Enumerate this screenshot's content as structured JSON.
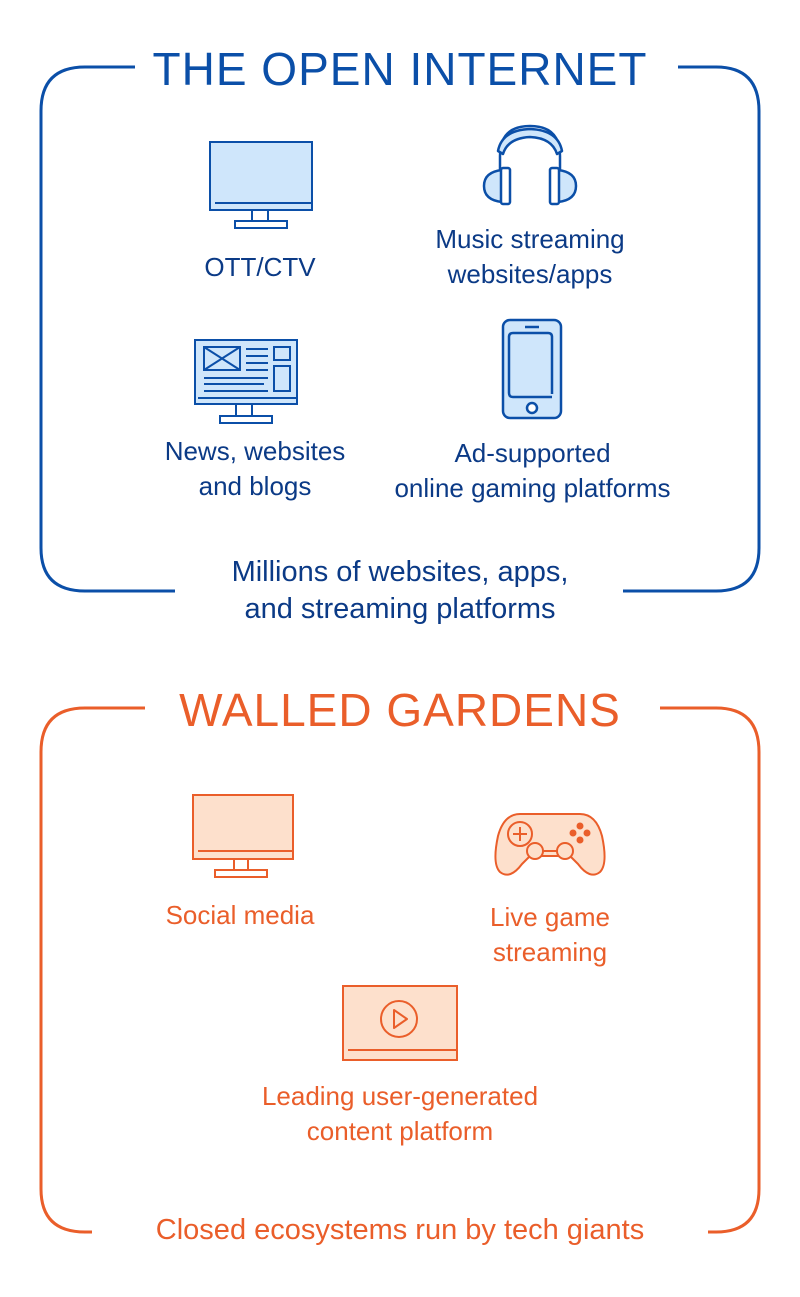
{
  "colors": {
    "blue": "#0b4fa8",
    "blue_text": "#0b3a86",
    "blue_fill": "#cfe6fb",
    "orange": "#ea5e2a",
    "orange_fill": "#fde0cc"
  },
  "open_internet": {
    "title": "THE OPEN INTERNET",
    "items": [
      {
        "label_line1": "OTT/CTV",
        "label_line2": "",
        "icon": "tv-monitor-icon"
      },
      {
        "label_line1": "Music streaming",
        "label_line2": "websites/apps",
        "icon": "headphones-icon"
      },
      {
        "label_line1": "News, websites",
        "label_line2": "and blogs",
        "icon": "news-website-monitor-icon"
      },
      {
        "label_line1": "Ad-supported",
        "label_line2": "online gaming platforms",
        "icon": "smartphone-icon"
      }
    ],
    "footer_line1": "Millions of websites, apps,",
    "footer_line2": "and streaming platforms"
  },
  "walled_gardens": {
    "title": "WALLED GARDENS",
    "items": [
      {
        "label_line1": "Social media",
        "label_line2": "",
        "icon": "monitor-icon"
      },
      {
        "label_line1": "Live game",
        "label_line2": "streaming",
        "icon": "gamepad-icon"
      },
      {
        "label_line1": "Leading user-generated",
        "label_line2": "content platform",
        "icon": "video-player-icon"
      }
    ],
    "footer": "Closed ecosystems run by tech giants"
  }
}
